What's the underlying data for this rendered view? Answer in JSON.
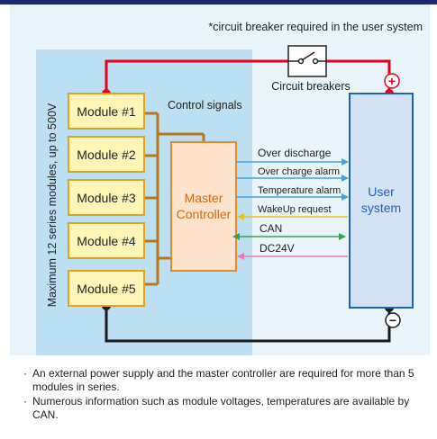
{
  "header_note": "*circuit breaker required in the user system",
  "breaker_label": "Circuit breakers",
  "series_label": "Maximum 12 series modules, up to 500V",
  "control_label": "Control signals",
  "modules": [
    "Module #1",
    "Module #2",
    "Module #3",
    "Module #4",
    "Module #5"
  ],
  "master": {
    "line1": "Master",
    "line2": "Controller"
  },
  "user": {
    "line1": "User",
    "line2": "system"
  },
  "signals": [
    "Over discharge",
    "Over charge alarm",
    "Temperature alarm",
    "WakeUp request",
    "CAN",
    "DC24V"
  ],
  "polarity": {
    "plus": "+",
    "minus": "−"
  },
  "colors": {
    "module_fill": "#fff5b8",
    "module_stroke": "#e2a21a",
    "master_fill": "#fde2cc",
    "master_stroke": "#e8882a",
    "master_text": "#d56a14",
    "user_fill": "#d3e3f6",
    "user_stroke": "#1f63b3",
    "user_text": "#1f63b3",
    "plus_line": "#e3001b",
    "minus_line": "#1a1a1a",
    "control_line": "#b8781a",
    "sig_blue": "#41a4dc",
    "sig_yellow": "#e6c41e",
    "sig_green": "#3aa24a",
    "sig_pink": "#e57ab6",
    "panel": "#eaf4fb",
    "module_area": "#bcdff2"
  },
  "notes": [
    "An external power supply and the master controller are required for more than 5 modules in series.",
    "Numerous information such as module voltages, temperatures are available by CAN."
  ]
}
